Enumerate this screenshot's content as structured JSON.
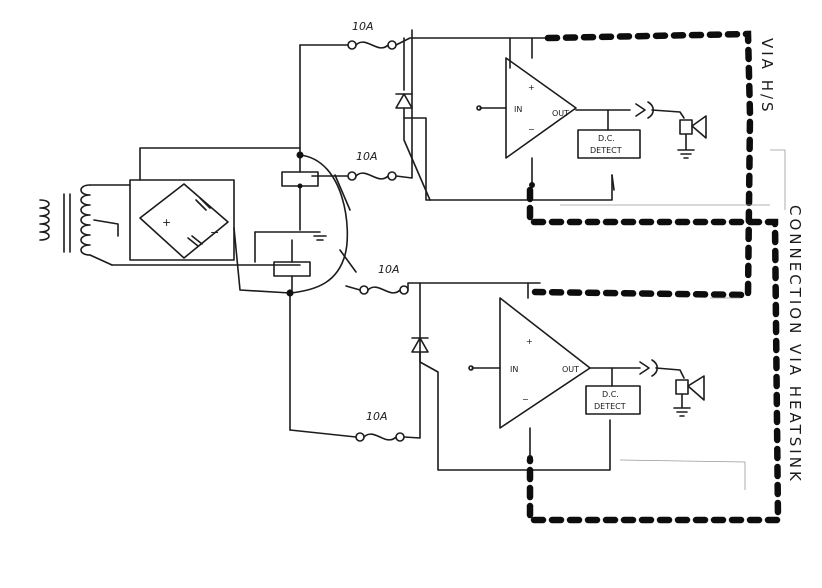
{
  "labels": {
    "fuse_top_1": "10A",
    "fuse_top_2": "10A",
    "fuse_bottom_1": "10A",
    "fuse_bottom_2": "10A",
    "amp_top_in": "IN",
    "amp_top_out": "OUT",
    "amp_top_plus": "+",
    "amp_top_minus": "−",
    "amp_bottom_in": "IN",
    "amp_bottom_out": "OUT",
    "amp_bottom_plus": "+",
    "amp_bottom_minus": "−",
    "dc_detect_top_line1": "D.C.",
    "dc_detect_top_line2": "DETECT",
    "dc_detect_bottom_line1": "D.C.",
    "dc_detect_bottom_line2": "DETECT",
    "via_hs": "VIA H/S",
    "connection_via_heatsink": "CONNECTION VIA HEATSINK",
    "rectifier_plus": "+",
    "rectifier_minus": "−"
  }
}
